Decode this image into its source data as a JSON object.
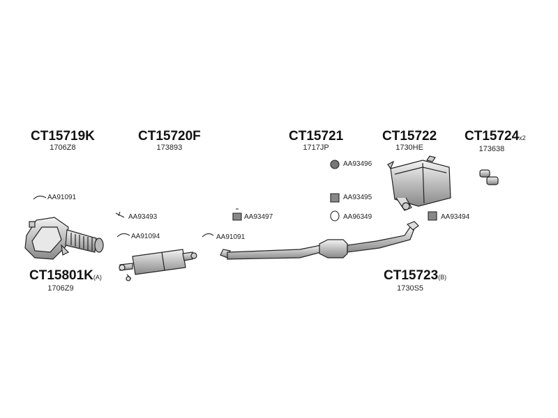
{
  "parts": {
    "p1": {
      "code": "CT15719K",
      "ref": "1706Z8"
    },
    "p2": {
      "code": "CT15720F",
      "ref": "173893"
    },
    "p3": {
      "code": "CT15721",
      "ref": "1717JP"
    },
    "p4": {
      "code": "CT15722",
      "ref": "1730HE"
    },
    "p5": {
      "code": "CT15724",
      "ref": "173638",
      "suffix": "x2"
    },
    "p6": {
      "code": "CT15801K",
      "ref": "1706Z9",
      "suffix": "(A)"
    },
    "p7": {
      "code": "CT15723",
      "ref": "1730S5",
      "suffix": "(B)"
    }
  },
  "accessories": {
    "a1": "AA91091",
    "a2": "AA93493",
    "a3": "AA91094",
    "a4": "AA93497",
    "a5": "AA91091",
    "a6": "AA93496",
    "a7": "AA93495",
    "a8": "AA96349",
    "a9": "AA93494"
  },
  "colors": {
    "stroke": "#222222",
    "fill": "#dcdcdc",
    "shade": "#9a9a9a"
  }
}
